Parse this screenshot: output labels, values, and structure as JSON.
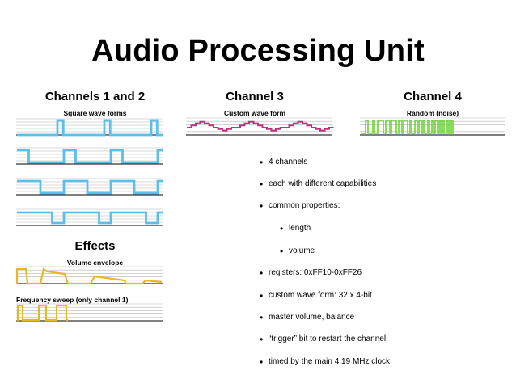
{
  "title": "Audio Processing Unit",
  "ch12": {
    "title": "Channels 1 and 2",
    "subtitle": "Square wave forms"
  },
  "ch3": {
    "title": "Channel 3",
    "subtitle": "Custom wave form"
  },
  "ch4": {
    "title": "Channel 4",
    "subtitle": "Random (noise)"
  },
  "effects": {
    "title": "Effects",
    "volume_label": "Volume envelope",
    "sweep_label": "Frequency sweep (only channel 1)"
  },
  "colors": {
    "square": "#5bbfea",
    "custom": "#c0337a",
    "noise": "#6dd33a",
    "effects": "#e8b820",
    "lines": "#000000"
  },
  "bullets": [
    {
      "text": "4 channels",
      "level": 1
    },
    {
      "text": "each with different capabilities",
      "level": 1
    },
    {
      "text": "common properties:",
      "level": 1
    },
    {
      "text": "length",
      "level": 2
    },
    {
      "text": "volume",
      "level": 2
    },
    {
      "text": "registers: 0xFF10-0xFF26",
      "level": 1
    },
    {
      "text": "custom wave form: 32 x 4-bit",
      "level": 1
    },
    {
      "text": "master volume, balance",
      "level": 1
    },
    {
      "text": "“trigger” bit to restart the channel",
      "level": 1
    },
    {
      "text": "timed by the main 4.19 MHz clock",
      "level": 1
    }
  ]
}
